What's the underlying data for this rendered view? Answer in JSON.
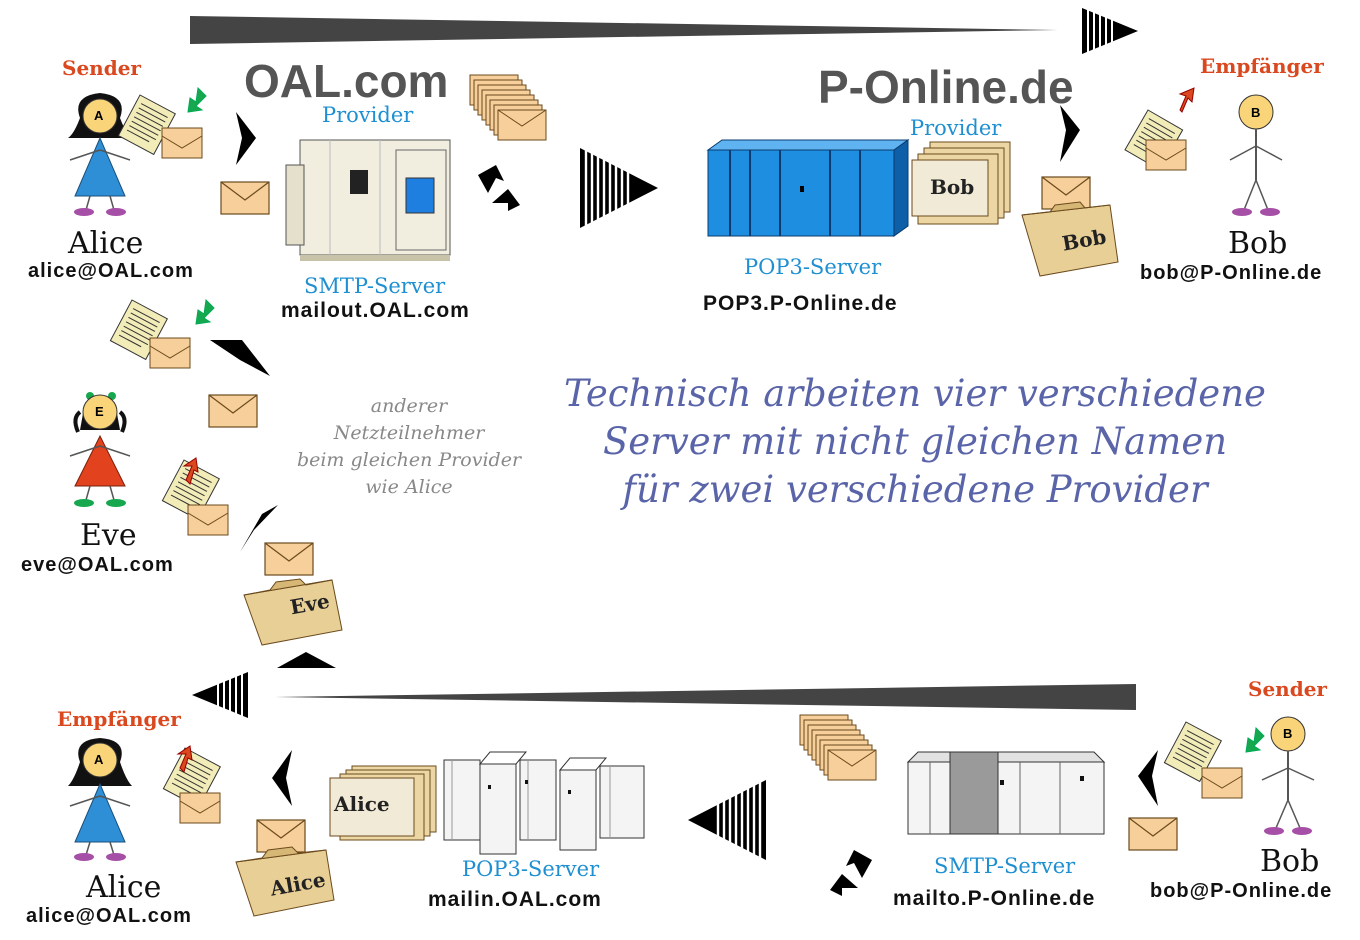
{
  "top": {
    "sender_label": "Sender",
    "receiver_label": "Empfänger",
    "alice": {
      "name": "Alice",
      "email": "alice@OAL.com",
      "initial": "A"
    },
    "bob": {
      "name": "Bob",
      "email": "bob@P-Online.de",
      "initial": "B"
    },
    "oal": {
      "title": "OAL.com",
      "provider_label": "Provider",
      "server_type": "SMTP-Server",
      "server_host": "mailout.OAL.com"
    },
    "ponline": {
      "title": "P-Online.de",
      "provider_label": "Provider",
      "server_type": "POP3-Server",
      "server_host": "POP3.P-Online.de"
    },
    "folder_bob": "Bob"
  },
  "eve": {
    "name": "Eve",
    "email": "eve@OAL.com",
    "initial": "E",
    "folder": "Eve",
    "note": [
      "anderer",
      "Netzteilnehmer",
      "beim gleichen Provider",
      "wie Alice"
    ]
  },
  "main_text": [
    "Technisch arbeiten vier verschiedene",
    "Server mit nicht gleichen Namen",
    "für zwei verschiedene Provider"
  ],
  "bottom": {
    "sender_label": "Sender",
    "receiver_label": "Empfänger",
    "alice": {
      "name": "Alice",
      "email": "alice@OAL.com",
      "initial": "A"
    },
    "bob": {
      "name": "Bob",
      "email": "bob@P-Online.de",
      "initial": "B"
    },
    "pop3": {
      "server_type": "POP3-Server",
      "server_host": "mailin.OAL.com"
    },
    "smtp": {
      "server_type": "SMTP-Server",
      "server_host": "mailto.P-Online.de"
    },
    "folder_alice": "Alice"
  },
  "colors": {
    "orange": "#d9481e",
    "blue": "#1e8fd0",
    "main_text": "#5a64a8",
    "envelope": "#f6cf9a",
    "folder": "#e8cf96",
    "dress_blue": "#2f8fd6",
    "dress_red": "#e2421d",
    "server_blue": "#1e8fe0"
  }
}
